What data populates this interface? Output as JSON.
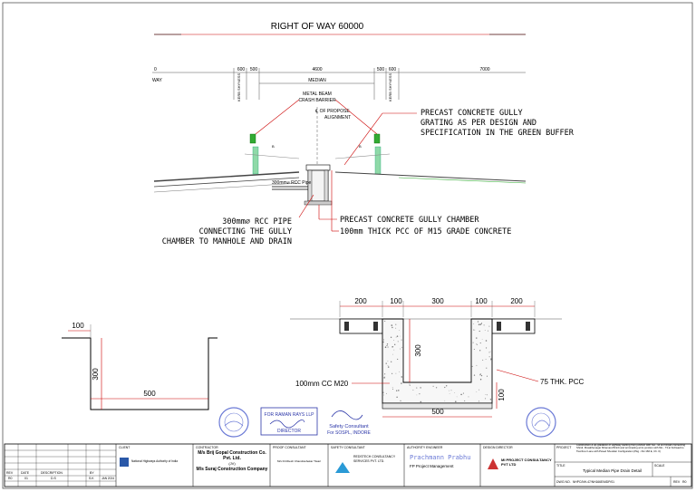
{
  "title": "RIGHT OF WAY 60000",
  "top_dims": {
    "left_edge": "0",
    "d600a": "600",
    "d500a": "500",
    "d4600": "4600",
    "d500b": "500",
    "d600b": "600",
    "d7000": "7000"
  },
  "labels": {
    "way_frag": "WAY",
    "median": "MEDIAN",
    "kerb_left": "KERB SHYNESS",
    "kerb_right": "KERB SHYNESS",
    "crash1": "METAL BEAM",
    "crash2": "CRASH BARRIER",
    "align1": "℄ OF PROPOSE",
    "align2": "ALIGNMENT",
    "pipe_small": "300mm⌀ RCC Pipe",
    "b_left": "B",
    "b_right": "B"
  },
  "notes": {
    "gully1": "PRECAST CONCRETE GULLY",
    "gully2": "GRATING AS PER DESIGN AND",
    "gully3": "SPECIFICATION IN THE GREEN BUFFER",
    "pipe1": "300mm⌀ RCC PIPE",
    "pipe2": "CONNECTING THE GULLY",
    "pipe3": "CHAMBER TO MANHOLE AND DRAIN",
    "chamber": "PRECAST CONCRETE GULLY CHAMBER",
    "pcc": "100mm THICK PCC OF M15 GRADE CONCRETE"
  },
  "left_section": {
    "d100": "100",
    "d300": "300",
    "d500": "500"
  },
  "right_section": {
    "d200a": "200",
    "d100a": "100",
    "d300": "300",
    "d100b": "100",
    "d200b": "200",
    "h300": "300",
    "h100": "100",
    "d500": "500",
    "cc": "100mm CC M20",
    "pcc": "75 THK. PCC"
  },
  "stamps": {
    "raman_title": "FOR RAMAN RAYS LLP",
    "raman_role": "DIRECTOR",
    "safety1": "Safety Consultant",
    "safety2": "For SOSPL, INDORE"
  },
  "title_block": {
    "client_hdr": "CLIENT",
    "client_name": "National Highways Authority of India",
    "contractor_hdr": "CONTRACTOR",
    "contractor1": "M/s Brij Gopal Construction Co. Pvt. Ltd.",
    "jv": "(JV)",
    "contractor2": "M/s Suraj Construction Company",
    "proof_hdr": "PROOF CONSULTANT",
    "proof_name": "M/s Dr.Ritesh Chandrashekar Tiwari",
    "safety_hdr": "SAFETY CONSULTANT",
    "safety_name": "REDSTECH CONSULTANCY SERVICES PVT. LTD.",
    "authority_hdr": "AUTHORITY ENGINEER",
    "authority_sign": "Prachmann Prabhu",
    "authority_name": "FP Project Management",
    "design_hdr": "DESIGN DIRECTOR",
    "design_name": "MI PROJECT CONSULTANCY PVT LTD",
    "project_hdr": "PROJECT",
    "project_desc": "Construction & up-gradation of Highway starting from junction with NH - 44 at Pimpari connecting Shirdi, Musalthenagar Miramam/Shirdi and terminating at its junction with NH - 73 at Kobwadi to Two/Four Lane with Paved Shoulder Configuration (Pkg - NH 166 E, Ch. 0)",
    "title_hdr": "TITLE",
    "title_val": "Typical Median Pipe Drain Detail",
    "scale_hdr": "SCALE",
    "dwg_hdr": "DWG NO.",
    "dwg_no": "NHPC/NH-47/NH166E/MDP/01",
    "rev_hdr": "REV",
    "rev_no": "R0",
    "rev_cols": [
      "REV",
      "DATE",
      "DESCRIPTION",
      "BY"
    ],
    "rev_row": [
      "R0",
      "01",
      "D.S",
      "S.K",
      "JAN 2024"
    ]
  }
}
